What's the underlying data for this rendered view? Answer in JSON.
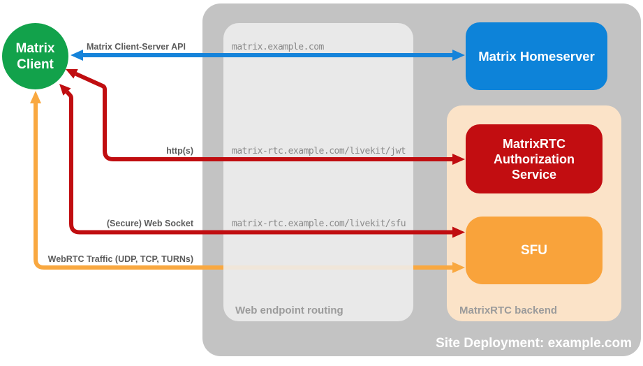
{
  "colors": {
    "green": "#12a24b",
    "blue": "#0d83d9",
    "red": "#c20d11",
    "orange": "#f9a33b",
    "peach": "#fbe3c8",
    "outer_gray": "#c3c3c3",
    "blue_line": "#1583da",
    "red_line": "#c00d10",
    "orange_line": "#f9a840"
  },
  "nodes": {
    "client": {
      "label": "Matrix\nClient"
    },
    "homeserver": {
      "label": "Matrix Homeserver"
    },
    "auth": {
      "label": "MatrixRTC\nAuthorization\nService"
    },
    "sfu": {
      "label": "SFU"
    }
  },
  "groups": {
    "site": {
      "label": "Site Deployment: example.com"
    },
    "routing": {
      "label": "Web endpoint routing"
    },
    "backend": {
      "label": "MatrixRTC backend"
    }
  },
  "connections": {
    "client_server_api": {
      "label": "Matrix Client-Server API",
      "endpoint": "matrix.example.com"
    },
    "https": {
      "label": "http(s)",
      "endpoint": "matrix-rtc.example.com/livekit/jwt"
    },
    "websocket": {
      "label": "(Secure) Web Socket",
      "endpoint": "matrix-rtc.example.com/livekit/sfu"
    },
    "webrtc": {
      "label": "WebRTC Traffic (UDP, TCP, TURNs)"
    }
  }
}
